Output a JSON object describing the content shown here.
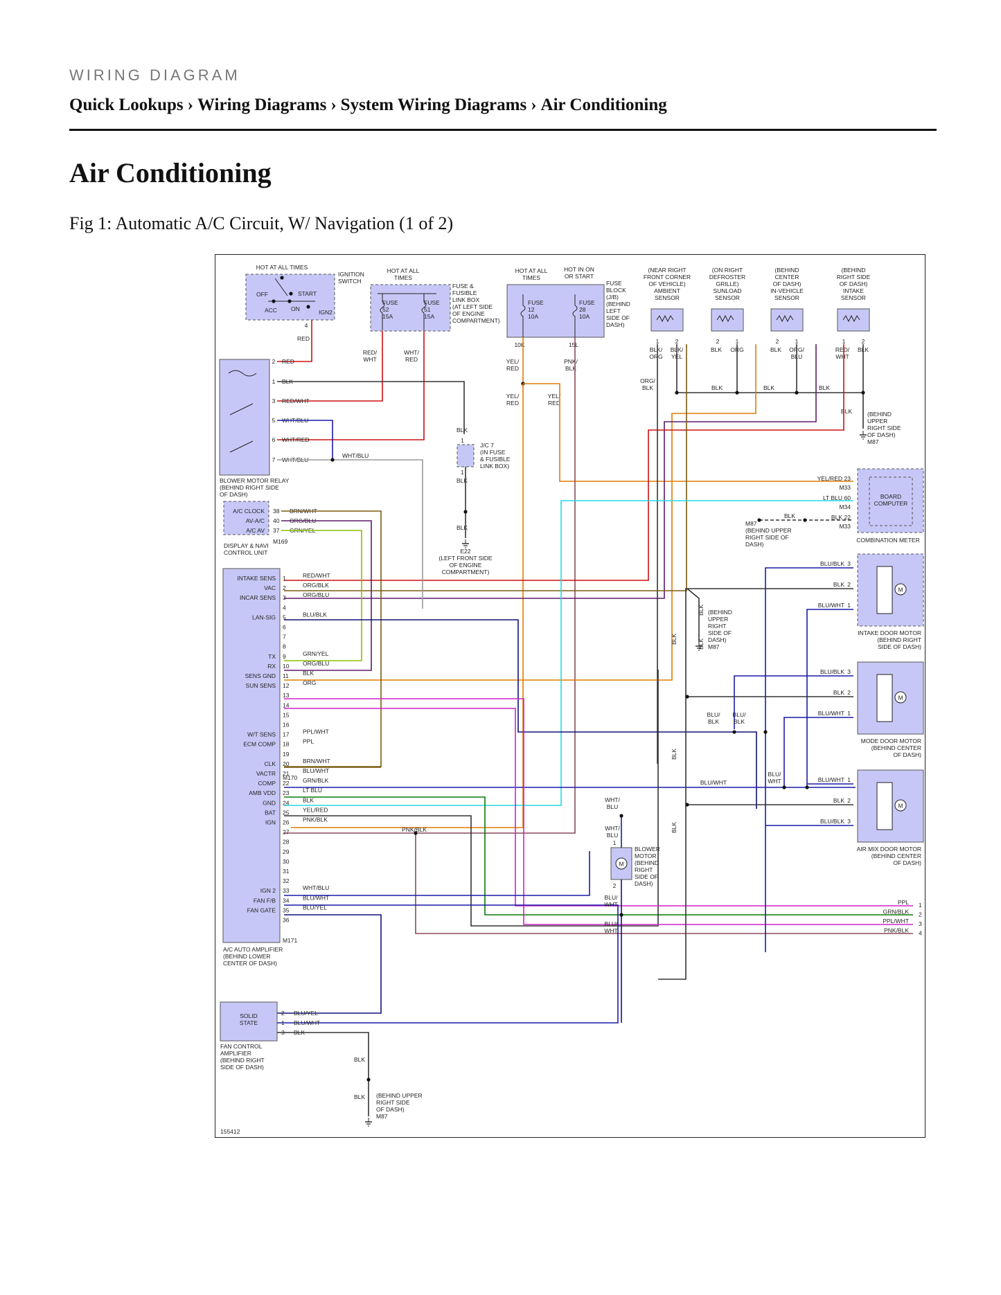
{
  "header": {
    "kicker": "WIRING DIAGRAM",
    "breadcrumbs": [
      "Quick Lookups",
      "Wiring Diagrams",
      "System Wiring Diagrams",
      "Air Conditioning"
    ],
    "separator": "›"
  },
  "page": {
    "title": "Air Conditioning",
    "figure_caption": "Fig 1: Automatic A/C Circuit, W/ Navigation (1 of 2)"
  },
  "diagram": {
    "figure_id": "155412",
    "top_labels": {
      "ign_hot": "HOT AT ALL TIMES",
      "ign_switch": [
        "IGNITION",
        "SWITCH"
      ],
      "ign_positions": [
        "OFF",
        "START",
        "ACC",
        "ON",
        "IGN2"
      ],
      "ign_pin": "4",
      "ign_wire": "RED",
      "fuse_hot": [
        "HOT AT ALL",
        "TIMES"
      ],
      "fuse52": [
        "FUSE",
        "52",
        "15A"
      ],
      "fuse51": [
        "FUSE",
        "51",
        "15A"
      ],
      "fusible_box": [
        "FUSE &",
        "FUSIBLE",
        "LINK BOX",
        "(AT LEFT SIDE",
        "OF ENGINE",
        "COMPARTMENT)"
      ],
      "fuse52_wire": [
        "RED/",
        "WHT"
      ],
      "fuse51_wire": [
        "WHT/",
        "RED"
      ],
      "jb_hot1": [
        "HOT AT ALL",
        "TIMES"
      ],
      "jb_hot2": [
        "HOT IN ON",
        "OR START"
      ],
      "fuse12": [
        "FUSE",
        "12",
        "10A"
      ],
      "fuse28": [
        "FUSE",
        "28",
        "10A"
      ],
      "jb_box": [
        "FUSE",
        "BLOCK",
        "(J/B)",
        "(BEHIND",
        "LEFT",
        "SIDE OF",
        "DASH)"
      ],
      "jb_pins": [
        "10K",
        "15L"
      ],
      "jb_wire1": [
        "YEL/",
        "RED"
      ],
      "jb_wire2": [
        "PNK/",
        "BLK"
      ],
      "jb_wire3": [
        "YEL/",
        "RED"
      ],
      "jb_wire4": [
        "YEL/",
        "RED"
      ]
    },
    "sensors": [
      {
        "loc": [
          "(NEAR RIGHT",
          "FRONT CORNER",
          "OF VEHICLE)",
          "AMBIENT",
          "SENSOR"
        ],
        "pins": [
          "1",
          "2"
        ],
        "wires": [
          [
            "BLK/",
            "ORG"
          ],
          [
            "BLK/",
            "YEL"
          ]
        ]
      },
      {
        "loc": [
          "(ON RIGHT",
          "DEFROSTER",
          "GRILLE)",
          "SUNLOAD",
          "SENSOR"
        ],
        "pins": [
          "2",
          "1"
        ],
        "wires": [
          [
            "BLK"
          ],
          [
            "ORG"
          ]
        ]
      },
      {
        "loc": [
          "(BEHIND",
          "CENTER",
          "OF DASH)",
          "IN-VEHICLE",
          "SENSOR"
        ],
        "pins": [
          "2",
          "1"
        ],
        "wires": [
          [
            "BLK"
          ],
          [
            "ORG/",
            "BLU"
          ]
        ]
      },
      {
        "loc": [
          "(BEHIND",
          "RIGHT SIDE",
          "OF DASH)",
          "INTAKE",
          "SENSOR"
        ],
        "pins": [
          "1",
          "2"
        ],
        "wires": [
          [
            "RED/",
            "WHT"
          ],
          [
            "BLK"
          ]
        ]
      }
    ],
    "sensor_bus": {
      "org_blk": [
        "ORG/",
        "BLK"
      ],
      "blk_labels": [
        "BLK",
        "BLK",
        "BLK",
        "BLK"
      ],
      "ground": [
        "(BEHIND",
        "UPPER",
        "RIGHT SIDE",
        "OF DASH)",
        "M87"
      ]
    },
    "relay": {
      "pins": [
        {
          "pin": "2",
          "wire": "RED"
        },
        {
          "pin": "1",
          "wire": "BLK"
        },
        {
          "pin": "3",
          "wire": "RED/WHT"
        },
        {
          "pin": "5",
          "wire": "WHT/BLU"
        },
        {
          "pin": "6",
          "wire": "WHT/RED"
        },
        {
          "pin": "7",
          "wire": "WHT/BLU"
        }
      ],
      "wht_blu2": "WHT/BLU",
      "label": [
        "BLOWER MOTOR RELAY",
        "(BEHIND RIGHT SIDE",
        "OF DASH)"
      ]
    },
    "jc7": {
      "label": [
        "J/C 7",
        "(IN FUSE",
        "& FUSIBLE",
        "LINK BOX)"
      ],
      "pins": [
        "1",
        "1"
      ],
      "wires": [
        "BLK",
        "BLK",
        "BLK"
      ],
      "ground": [
        "E22",
        "(LEFT FRONT SIDE",
        "OF ENGINE",
        "COMPARTMENT)"
      ]
    },
    "display": {
      "rows": [
        {
          "name": "A/C CLOCK",
          "pin": "38",
          "wire": "BRN/WHT"
        },
        {
          "name": "AV-A/C",
          "pin": "40",
          "wire": "ORG/BLU"
        },
        {
          "name": "A/C AV",
          "pin": "37",
          "wire": "GRN/YEL"
        }
      ],
      "connector": "M169",
      "label": [
        "DISPLAY & NAVI",
        "CONTROL UNIT"
      ]
    },
    "meter": {
      "rows": [
        {
          "wire": "YEL/RED",
          "pin": "23",
          "conn": "M33"
        },
        {
          "wire": "LT BLU",
          "pin": "60",
          "conn": "M34"
        },
        {
          "wire": "BLK",
          "pin": "22",
          "conn": "M33"
        }
      ],
      "blk2": "BLK",
      "ground": [
        "M87",
        "(BEHIND UPPER",
        "RIGHT SIDE OF",
        "DASH)"
      ],
      "box": [
        "BOARD",
        "COMPUTER"
      ],
      "label": "COMBINATION METER"
    },
    "amplifier": {
      "rows": [
        {
          "name": "INTAKE SENS",
          "pin": "1",
          "wire": "RED/WHT"
        },
        {
          "name": "VAC",
          "pin": "2",
          "wire": "ORG/BLK"
        },
        {
          "name": "INCAR SENS",
          "pin": "3",
          "wire": "ORG/BLU"
        },
        {
          "name": "",
          "pin": "4",
          "wire": ""
        },
        {
          "name": "LAN-SIG",
          "pin": "5",
          "wire": "BLU/BLK"
        },
        {
          "name": "",
          "pin": "6",
          "wire": ""
        },
        {
          "name": "",
          "pin": "7",
          "wire": ""
        },
        {
          "name": "",
          "pin": "8",
          "wire": ""
        },
        {
          "name": "TX",
          "pin": "9",
          "wire": "GRN/YEL"
        },
        {
          "name": "RX",
          "pin": "10",
          "wire": "ORG/BLU"
        },
        {
          "name": "SENS GND",
          "pin": "11",
          "wire": "BLK"
        },
        {
          "name": "SUN SENS",
          "pin": "12",
          "wire": "ORG"
        },
        {
          "name": "",
          "pin": "13",
          "wire": ""
        },
        {
          "name": "",
          "pin": "14",
          "wire": ""
        },
        {
          "name": "",
          "pin": "15",
          "wire": ""
        },
        {
          "name": "",
          "pin": "16",
          "wire": ""
        },
        {
          "name": "W/T SENS",
          "pin": "17",
          "wire": "PPL/WHT"
        },
        {
          "name": "ECM COMP",
          "pin": "18",
          "wire": "PPL"
        },
        {
          "name": "",
          "pin": "19",
          "wire": ""
        },
        {
          "name": "CLK",
          "pin": "20",
          "wire": "BRN/WHT"
        },
        {
          "name": "VACTR",
          "pin": "21",
          "wire": "BLU/WHT"
        },
        {
          "name": "COMP",
          "pin": "22",
          "wire": "GRN/BLK"
        },
        {
          "name": "AMB VDD",
          "pin": "23",
          "wire": "LT BLU"
        },
        {
          "name": "GND",
          "pin": "24",
          "wire": "BLK"
        },
        {
          "name": "BAT",
          "pin": "25",
          "wire": "YEL/RED"
        },
        {
          "name": "IGN",
          "pin": "26",
          "wire": "PNK/BLK"
        },
        {
          "name": "",
          "pin": "27",
          "wire": ""
        },
        {
          "name": "",
          "pin": "28",
          "wire": ""
        },
        {
          "name": "",
          "pin": "29",
          "wire": ""
        },
        {
          "name": "",
          "pin": "30",
          "wire": ""
        },
        {
          "name": "",
          "pin": "31",
          "wire": ""
        },
        {
          "name": "",
          "pin": "32",
          "wire": ""
        },
        {
          "name": "IGN 2",
          "pin": "33",
          "wire": "WHT/BLU"
        },
        {
          "name": "FAN F/B",
          "pin": "34",
          "wire": "BLU/WHT"
        },
        {
          "name": "FAN GATE",
          "pin": "35",
          "wire": "BLU/YEL"
        },
        {
          "name": "",
          "pin": "36",
          "wire": ""
        }
      ],
      "connectors": [
        "M170",
        "M171"
      ],
      "pnk_blk2": "PNK/BLK",
      "label": [
        "A/C AUTO AMPLIFIER",
        "(BEHIND LOWER",
        "CENTER OF DASH)"
      ]
    },
    "motors": [
      {
        "rows": [
          {
            "wire": "BLU/BLK",
            "pin": "3"
          },
          {
            "wire": "BLK",
            "pin": "2"
          },
          {
            "wire": "BLU/WHT",
            "pin": "1"
          }
        ],
        "label": [
          "INTAKE DOOR MOTOR",
          "(BEHIND RIGHT",
          "SIDE OF DASH)"
        ]
      },
      {
        "rows": [
          {
            "wire": "BLU/BLK",
            "pin": "3"
          },
          {
            "wire": "BLK",
            "pin": "2"
          },
          {
            "wire": "BLU/WHT",
            "pin": "1"
          }
        ],
        "label": [
          "MODE DOOR MOTOR",
          "(BEHIND CENTER",
          "OF DASH)"
        ]
      },
      {
        "rows": [
          {
            "wire": "BLU/WHT",
            "pin": "1"
          },
          {
            "wire": "BLK",
            "pin": "2"
          },
          {
            "wire": "BLU/BLK",
            "pin": "3"
          }
        ],
        "label": [
          "AIR MIX DOOR MOTOR",
          "(BEHIND CENTER",
          "OF DASH)"
        ]
      }
    ],
    "motor_symbol": "M",
    "mid_labels": {
      "blk_vertical": "BLK",
      "ground_m87": [
        "(BEHIND",
        "UPPER",
        "RIGHT",
        "SIDE OF",
        "DASH)",
        "M87"
      ],
      "blu_blk_a": [
        "BLU/",
        "BLK"
      ],
      "blu_blk_b": [
        "BLU/",
        "BLK"
      ],
      "blu_wht_bus": "BLU/WHT",
      "blu_wht_b": [
        "BLU/",
        "WHT"
      ],
      "blk_v2": "BLK",
      "blk_v3": "BLK"
    },
    "blower": {
      "top_wire": [
        "WHT/",
        "BLU"
      ],
      "mid_wire": [
        "WHT/",
        "BLU"
      ],
      "pins": [
        "1",
        "2"
      ],
      "label": [
        "BLOWER",
        "MOTOR",
        "(BEHIND",
        "RIGHT",
        "SIDE OF",
        "DASH)"
      ],
      "bottom_wires": [
        [
          "BLU/",
          "WHT"
        ],
        [
          "BLU/",
          "WHT"
        ]
      ]
    },
    "connector_out": [
      {
        "wire": "PPL",
        "pin": "1"
      },
      {
        "wire": "GRN/BLK",
        "pin": "2"
      },
      {
        "wire": "PPL/WHT",
        "pin": "3"
      },
      {
        "wire": "PNK/BLK",
        "pin": "4"
      }
    ],
    "fan_amp": {
      "box": [
        "SOLID",
        "STATE"
      ],
      "rows": [
        {
          "pin": "2",
          "wire": "BLU/YEL"
        },
        {
          "pin": "1",
          "wire": "BLU/WHT"
        },
        {
          "pin": "3",
          "wire": "BLK"
        }
      ],
      "label": [
        "FAN CONTROL",
        "AMPLIFIER",
        "(BEHIND RIGHT",
        "SIDE OF DASH)"
      ],
      "blk_wires": [
        "BLK",
        "BLK"
      ],
      "ground": [
        "(BEHIND UPPER",
        "RIGHT SIDE",
        "OF DASH)",
        "M87"
      ]
    },
    "colors": {
      "red": "#cc1010",
      "black": "#333333",
      "blue": "#1a1aa8",
      "dark_blue": "#11117a",
      "orange": "#e07b00",
      "brown": "#7a5a10",
      "purple": "#5a1a6a",
      "yellow_green": "#8cc000",
      "cyan": "#20d8e8",
      "magenta": "#d020c8",
      "green": "#0a7a0a",
      "gray": "#9a9a9a",
      "pink_brown": "#8a4a5a",
      "component": "#c7c7f7"
    }
  }
}
